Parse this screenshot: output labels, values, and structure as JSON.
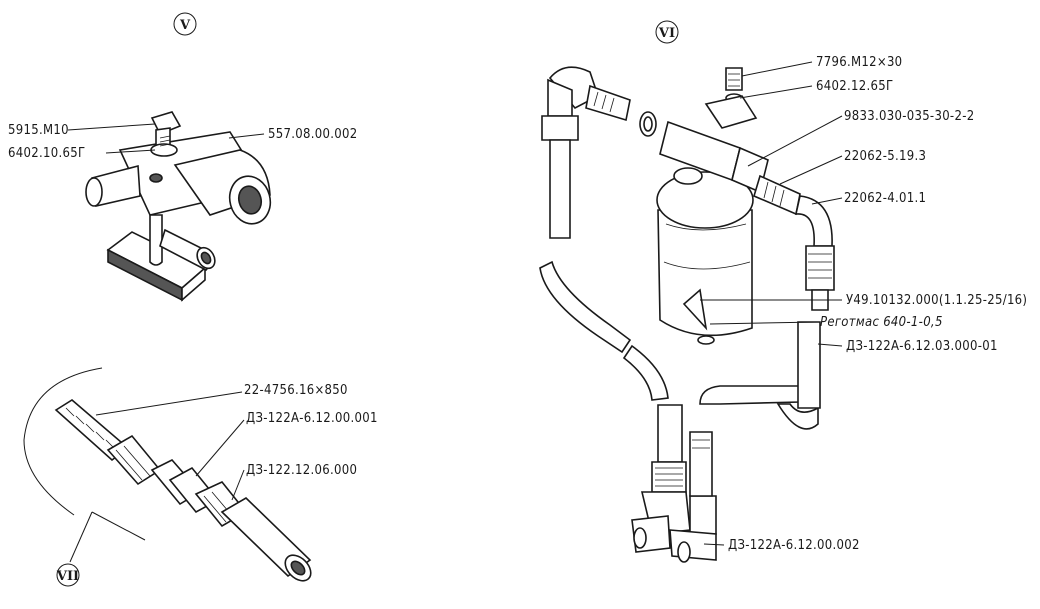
{
  "sections": {
    "v": "V",
    "vi": "VI",
    "vii": "VII"
  },
  "clamp_labels": {
    "bolt": "5915.M10",
    "washer": "6402.10.65Г",
    "clamp": "557.08.00.002"
  },
  "hose_labels": {
    "hose": "22-4756.16×850",
    "nipple": "ДЗ-122А-6.12.00.001",
    "nut": "ДЗ-122.12.06.000"
  },
  "filter_labels": {
    "bolt": "7796.M12×30",
    "washer": "6402.12.65Г",
    "fitting": "9833.030-035-30-2-2",
    "union1": "22062-5.19.3",
    "union2": "22062-4.01.1",
    "filter": "У49.10132.000(1.1.25-25/16)",
    "regotmas": "Реготмас 640-1-0,5",
    "tube": "ДЗ-122А-6.12.03.000-01",
    "tee": "ДЗ-122А-6.12.00.002"
  }
}
